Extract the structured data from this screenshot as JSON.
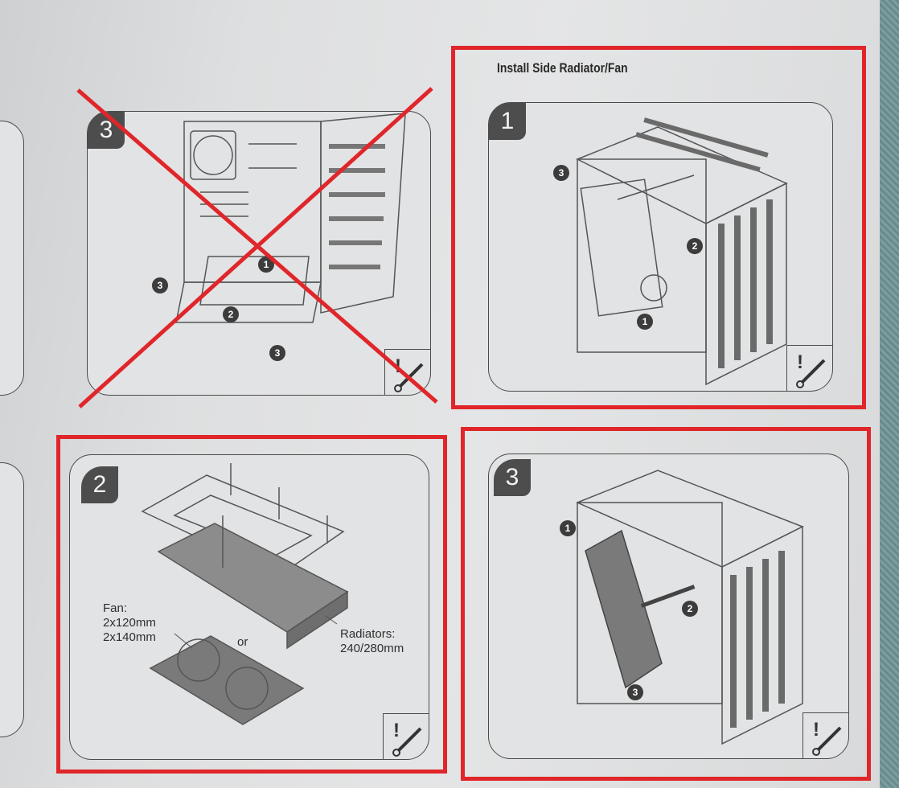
{
  "page_title": "Install Side Radiator/Fan",
  "panels": {
    "crossed": {
      "number": "3",
      "callouts": [
        "1",
        "2",
        "3",
        "3"
      ]
    },
    "step1": {
      "number": "1",
      "callouts": [
        "1",
        "2",
        "3"
      ]
    },
    "step2": {
      "number": "2",
      "fan_label": "Fan:",
      "fan_size_1": "2x120mm",
      "fan_size_2": "2x140mm",
      "or_label": "or",
      "radiator_label": "Radiators:",
      "radiator_size": "240/280mm"
    },
    "step3": {
      "number": "3",
      "callouts": [
        "1",
        "2",
        "3"
      ]
    }
  },
  "colors": {
    "highlight": "#e0262a",
    "ink": "#4a4a4a",
    "paper": "#e2e3e4"
  },
  "icons": [
    "warning-screwdriver-icon"
  ]
}
